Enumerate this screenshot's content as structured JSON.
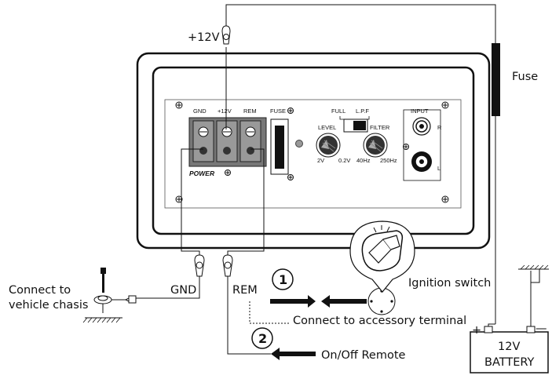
{
  "labels": {
    "plus12v_top": "+12V",
    "fuse_side": "Fuse",
    "connect_chassis_line1": "Connect to",
    "connect_chassis_line2": "vehicle chasis",
    "gnd_wire": "GND",
    "rem_wire": "REM",
    "step1": "1",
    "step2": "2",
    "ignition_switch": "Ignition switch",
    "connect_accessory": "Connect to accessory terminal",
    "onoff_remote": "On/Off Remote",
    "plus_sign": "+",
    "minus_sign": "—",
    "battery_line1": "12V",
    "battery_line2": "BATTERY"
  },
  "panel": {
    "gnd": "GND",
    "plus12v": "+12V",
    "rem": "REM",
    "fuse": "FUSE",
    "power": "POWER",
    "full": "FULL",
    "lpf": "L.P.F",
    "level": "LEVEL",
    "filter": "FILTER",
    "level_min": "2V",
    "level_max": "0.2V",
    "filter_min": "40Hz",
    "filter_max": "250Hz",
    "input": "INPUT",
    "r": "R",
    "l": "L"
  }
}
